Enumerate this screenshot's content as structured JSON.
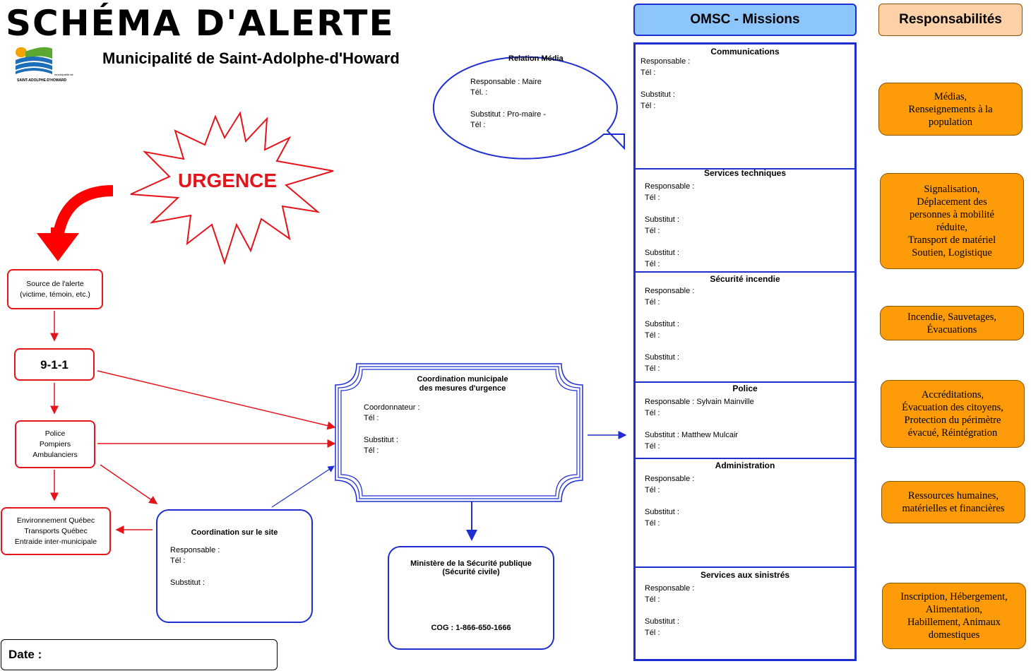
{
  "header": {
    "title": "SCHÉMA D'ALERTE",
    "subtitle": "Municipalité de Saint-Adolphe-d'Howard",
    "logo_small_text": "municipalité de",
    "logo_name": "SAINT-ADOLPHE-D'HOWARD"
  },
  "urgence": {
    "label": "URGENCE"
  },
  "alert_chain": {
    "source": {
      "line1": "Source de l'alerte",
      "line2": "(victime, témoin, etc.)"
    },
    "n911": "9-1-1",
    "services": {
      "line1": "Police",
      "line2": "Pompiers",
      "line3": "Ambulanciers"
    },
    "partners": {
      "line1": "Environnement Québec",
      "line2": "Transports Québec",
      "line3": "Entraide inter-municipale"
    }
  },
  "site": {
    "title": "Coordination sur le site",
    "responsable": "Responsable :",
    "tel": "Tél :",
    "substitut": "Substitut :"
  },
  "coordination": {
    "title1": "Coordination municipale",
    "title2": "des mesures d'urgence",
    "coordonnateur": "Coordonnateur :",
    "tel1": "Tél :",
    "substitut": "Substitut :",
    "tel2": "Tél :"
  },
  "ministere": {
    "title1": "Ministère de la Sécurité publique",
    "title2": "(Sécurité civile)",
    "cog": "COG : 1-866-650-1666"
  },
  "relation_media": {
    "title": "Relation Média",
    "responsable": "Responsable :  Maire",
    "tel1": "Tél. :",
    "substitut": "Substitut : Pro-maire -",
    "tel2": "Tél :"
  },
  "missions_header": "OMSC - Missions",
  "responsabilites_header": "Responsabilités",
  "missions": [
    {
      "title": "Communications",
      "rows": [
        "Responsable :",
        "Tél :",
        "",
        "Substitut :",
        "Tél :"
      ]
    },
    {
      "title": "Services techniques",
      "rows": [
        "Responsable :",
        "Tél :",
        "",
        "Substitut :",
        "Tél :",
        "",
        "Substitut :",
        "Tél :"
      ]
    },
    {
      "title": "Sécurité incendie",
      "rows": [
        "Responsable :",
        "Tél :",
        "",
        "Substitut :",
        "Tél :",
        "",
        "Substitut :",
        "Tél :"
      ]
    },
    {
      "title": "Police",
      "rows": [
        "Responsable : Sylvain Mainville",
        "Tél :",
        "",
        "Substitut : Matthew Mulcair",
        "Tél :"
      ]
    },
    {
      "title": "Administration",
      "rows": [
        "Responsable :",
        "Tél :",
        "",
        "Substitut :",
        "Tél :"
      ]
    },
    {
      "title": "Services aux sinistrés",
      "rows": [
        "Responsable :",
        "Tél :",
        "",
        "Substitut :",
        "Tél :"
      ]
    }
  ],
  "responsabilites": [
    {
      "lines": [
        "Médias,",
        "Renseignements à la",
        "population"
      ]
    },
    {
      "lines": [
        "Signalisation,",
        "Déplacement des",
        "personnes à mobilité",
        "réduite,",
        "Transport de matériel",
        "Soutien, Logistique"
      ]
    },
    {
      "lines": [
        "Incendie, Sauvetages,",
        "Évacuations"
      ]
    },
    {
      "lines": [
        "Accréditations,",
        "Évacuation des citoyens,",
        "Protection du périmètre",
        "évacué, Réintégration"
      ]
    },
    {
      "lines": [
        "Ressources humaines,",
        "matérielles et financières"
      ]
    },
    {
      "lines": [
        "Inscription, Hébergement,",
        "Alimentation,",
        "Habillement, Animaux",
        "domestiques"
      ]
    }
  ],
  "date_label": "Date :",
  "colors": {
    "red": "#e5141b",
    "blue": "#1f2ed0",
    "orange": "#fe9b08",
    "peach": "#fcd1a8",
    "lightblue": "#8cc6fd"
  }
}
